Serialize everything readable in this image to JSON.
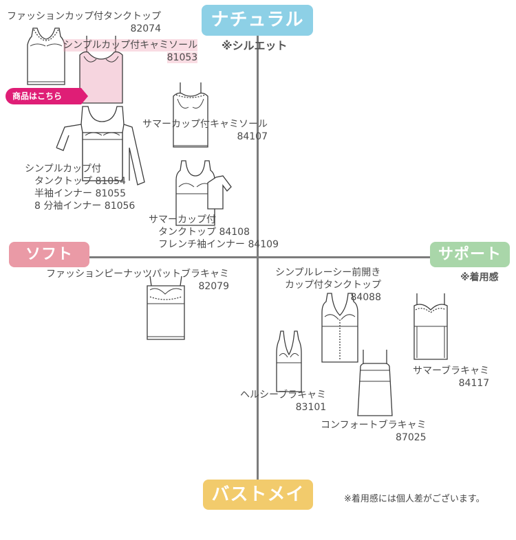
{
  "axes": {
    "top": "ナチュラル",
    "left": "ソフト",
    "right": "サポート",
    "bottom": "バストメイク"
  },
  "notes": {
    "silhouette": "※シルエット",
    "support": "※着用感",
    "footer": "※着用感には個人差がございます。"
  },
  "badge": "商品はこちら",
  "colors": {
    "natural": "#8dd0e6",
    "soft": "#ea9aa6",
    "support": "#a9d6a9",
    "bustmake": "#f2cb6c",
    "badge": "#df1e76"
  },
  "products": {
    "p82074": {
      "name": "ファッションカップ付タンクトップ",
      "code": "82074"
    },
    "p81053": {
      "name": "シンプルカップ付キャミソール",
      "code": "81053"
    },
    "p84107": {
      "name": "サマーカップ付キャミソール",
      "code": "84107"
    },
    "p81054": {
      "line1": "シンプルカップ付",
      "line2": "タンクトップ 81054",
      "line3": "半袖インナー 81055",
      "line4": "8 分袖インナー 81056"
    },
    "p84108": {
      "line1": "サマーカップ付",
      "line2": "タンクトップ 84108",
      "line3": "フレンチ袖インナー 84109"
    },
    "p82079": {
      "name": "ファッションピーナッツパットブラキャミ",
      "code": "82079"
    },
    "p84088": {
      "line1": "シンプルレーシー前開き",
      "line2": "カップ付タンクトップ",
      "code": "84088"
    },
    "p84117": {
      "name": "サマーブラキャミ",
      "code": "84117"
    },
    "p83101": {
      "name": "ヘルシーブラキャミ",
      "code": "83101"
    },
    "p87025": {
      "name": "コンフォートブラキャミ",
      "code": "87025"
    }
  }
}
